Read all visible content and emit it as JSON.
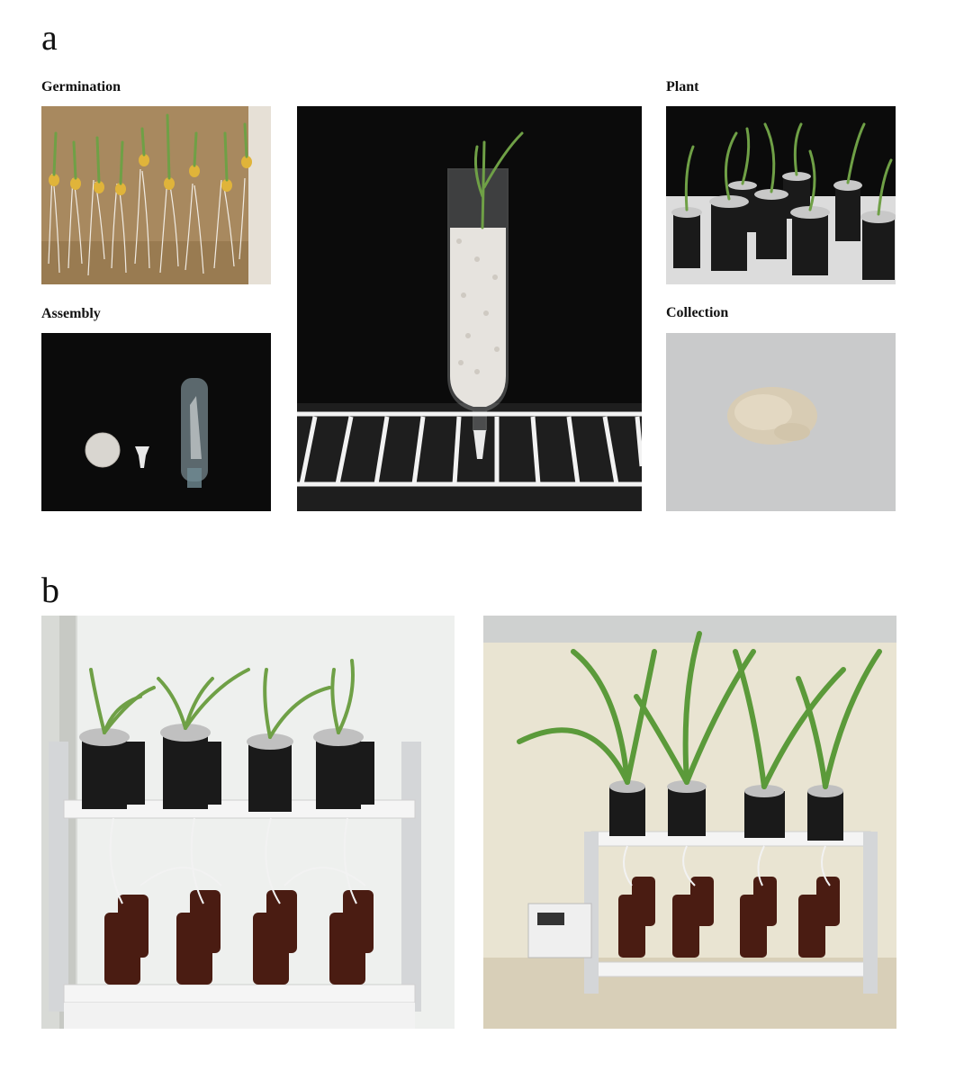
{
  "figure": {
    "panel_a": {
      "letter": "a",
      "captions": {
        "germination": "Germination",
        "assembly": "Assembly",
        "plant": "Plant",
        "collection": "Collection"
      }
    },
    "panel_b": {
      "letter": "b"
    }
  },
  "colors": {
    "background": "#ffffff",
    "black_backdrop": "#0b0b0b",
    "paper_brown": "#a8895f",
    "leaf_green": "#5b9a3a",
    "pot_black": "#1a1a1a",
    "foil_silver": "#c8c8c8",
    "bottle_brown": "#4a1c12",
    "powder_beige": "#d8ccb4",
    "rack_white": "#ececec"
  }
}
